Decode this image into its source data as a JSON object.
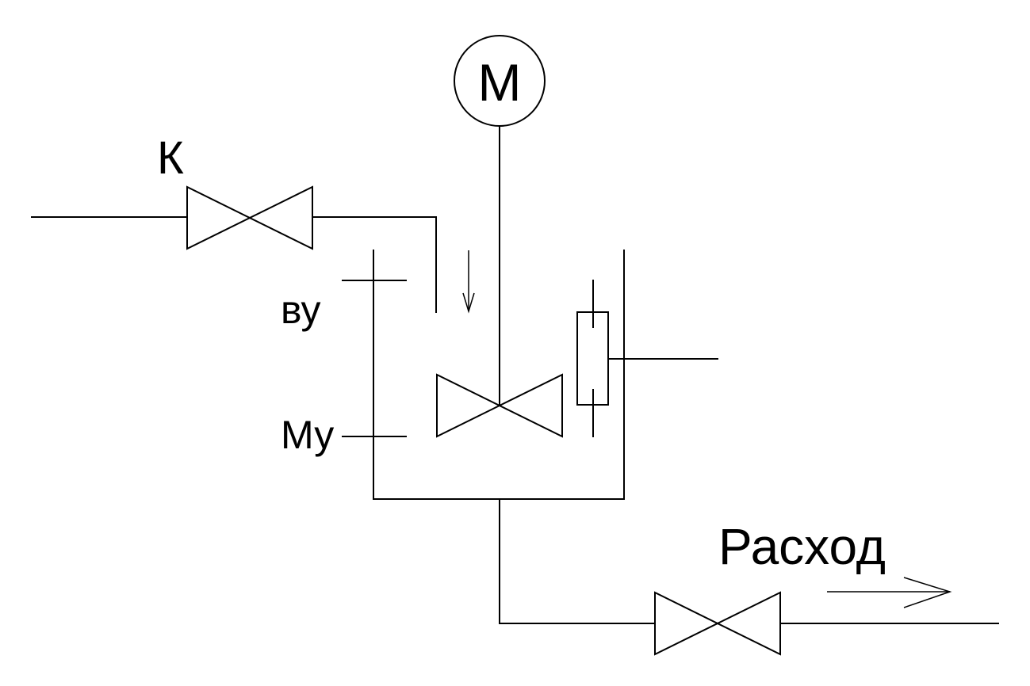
{
  "labels": {
    "valve_k": "К",
    "motor": "М",
    "upper_level": "ву",
    "lower_level": "Му",
    "outflow": "Расход"
  },
  "colors": {
    "line": "#000000",
    "background": "#ffffff"
  }
}
